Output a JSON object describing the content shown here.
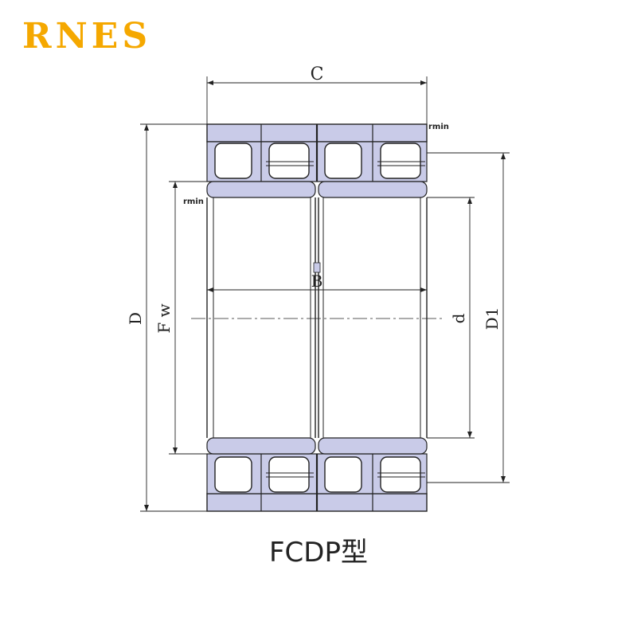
{
  "logo": {
    "text": "RNES",
    "color": "#f5a800"
  },
  "caption": "FCDP型",
  "colors": {
    "ring": "#c9cbe8",
    "line": "#222222",
    "roller": "#ffffff",
    "cage": "#c9cbe8"
  },
  "labels": {
    "C": "C",
    "B": "B",
    "D": "D",
    "Fw": "F w",
    "d": "d",
    "D1": "D1",
    "rmin_top": "rmin",
    "rmin_left": "rmin"
  }
}
